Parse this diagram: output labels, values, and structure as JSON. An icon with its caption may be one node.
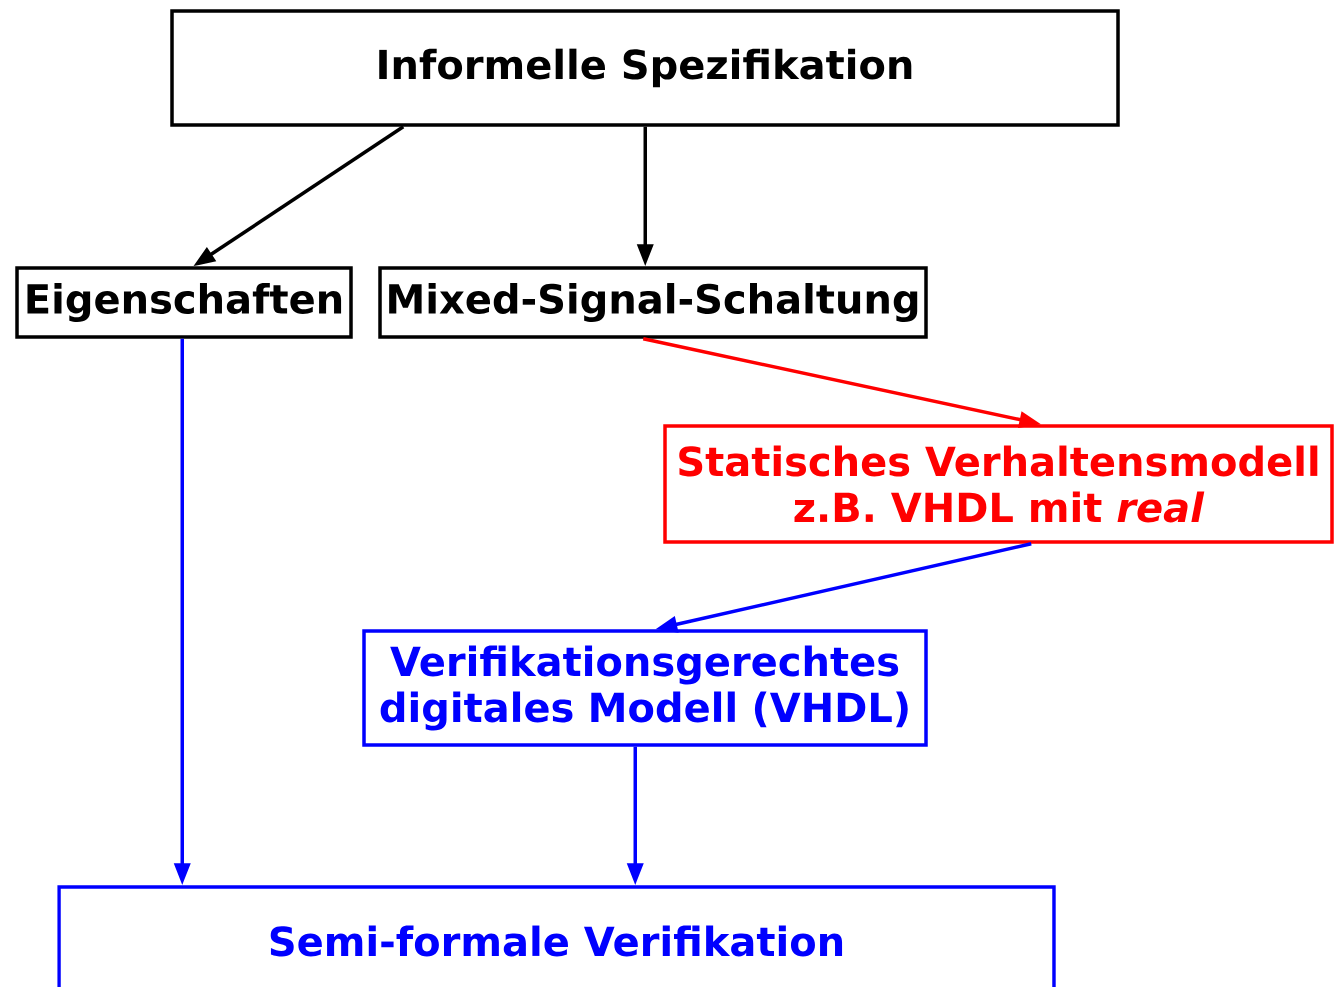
{
  "diagram": {
    "nodes": [
      {
        "text": [
          "Informelle Spezifikation"
        ]
      },
      {
        "text": [
          "Eigenschaften"
        ]
      },
      {
        "text": [
          "Mixed-Signal-Schaltung"
        ]
      },
      {
        "text": [
          "Statisches Verhaltensmodell",
          "z.B. VHDL mit *real*"
        ]
      },
      {
        "text": [
          "Verifikationsgerechtes digitales Modell (VHDL)"
        ]
      },
      {
        "text": [
          "Semi-formale Verifikation"
        ]
      }
    ],
    "edges": [
      {
        "from": 0,
        "to": 1,
        "arrow": "to",
        "color": "#000000"
      },
      {
        "from": 0,
        "to": 2,
        "arrow": "to",
        "color": "#000000"
      },
      {
        "from": 2,
        "to": 3,
        "arrow": "to",
        "color": "#ff0000"
      },
      {
        "from": 3,
        "to": 4,
        "arrow": "to"
      },
      {
        "from": 1,
        "to": 5,
        "arrow": "to"
      },
      {
        "from": 4,
        "to": 5,
        "arrow": "to"
      }
    ]
  }
}
